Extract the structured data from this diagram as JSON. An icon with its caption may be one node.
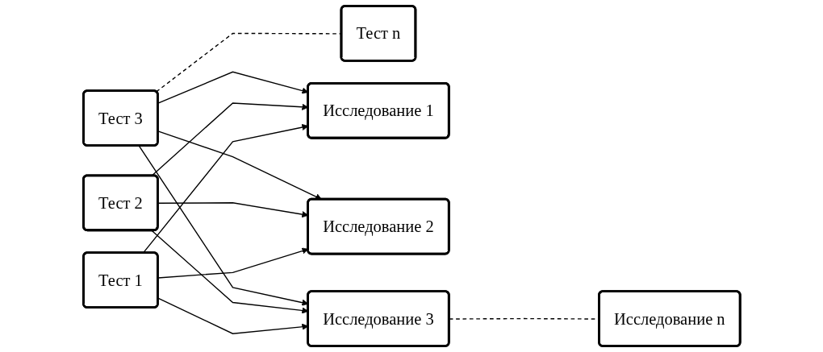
{
  "diagram": {
    "nodes": [
      {
        "text": [
          "Тест 1"
        ]
      },
      {
        "text": [
          "Тест 2"
        ]
      },
      {
        "text": [
          "Тест 3"
        ]
      },
      {
        "text": [
          "Тест n"
        ]
      },
      {
        "text": [
          "Исследование 1"
        ]
      },
      {
        "text": [
          "Исследование 2"
        ]
      },
      {
        "text": [
          "Исследование 3"
        ]
      },
      {
        "text": [
          "Исследование n"
        ]
      }
    ],
    "edges": [
      {
        "from": 0,
        "to": 4,
        "arrow": "to"
      },
      {
        "from": 0,
        "to": 5,
        "arrow": "to"
      },
      {
        "from": 0,
        "to": 6,
        "arrow": "to"
      },
      {
        "from": 1,
        "to": 4,
        "arrow": "to"
      },
      {
        "from": 1,
        "to": 5,
        "arrow": "to"
      },
      {
        "from": 1,
        "to": 6,
        "arrow": "to"
      },
      {
        "from": 2,
        "to": 4,
        "arrow": "to"
      },
      {
        "from": 2,
        "to": 5,
        "arrow": "to"
      },
      {
        "from": 2,
        "to": 6,
        "arrow": "to"
      },
      {
        "from": 2,
        "to": 3,
        "arrow": "none",
        "style": "dashed"
      },
      {
        "from": 6,
        "to": 7,
        "arrow": "none",
        "style": "dashed"
      }
    ]
  }
}
